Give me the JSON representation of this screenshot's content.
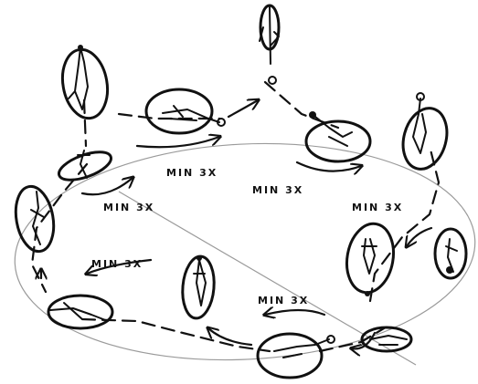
{
  "labels": [
    {
      "id": "label-1",
      "text": "MIN 3X"
    },
    {
      "id": "label-2",
      "text": "MIN 3X"
    },
    {
      "id": "label-3",
      "text": "MIN 3X"
    },
    {
      "id": "label-4",
      "text": "MIN 3X"
    },
    {
      "id": "label-5",
      "text": "MIN 3X"
    },
    {
      "id": "label-6",
      "text": "MIN 3X"
    }
  ],
  "colors": {
    "ink": "#111111",
    "track": "#9a9a9a",
    "background": "#ffffff"
  }
}
